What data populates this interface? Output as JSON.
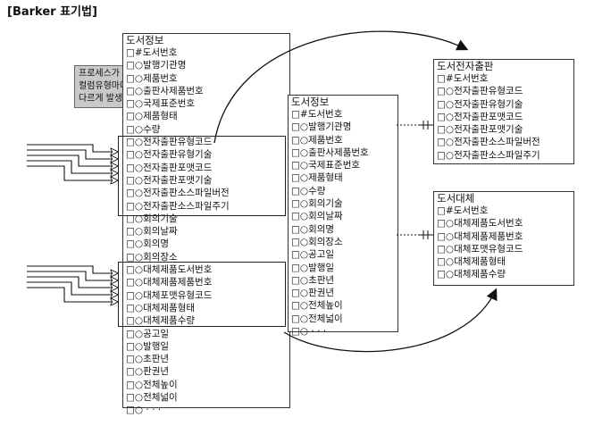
{
  "title": "[Barker 표기법]",
  "note": {
    "lines": [
      "프로세스가",
      "컬럼유형마다",
      "다르게 발생"
    ]
  },
  "left_entity": {
    "name": "도서정보",
    "attributes": [
      "□#도서번호",
      "□○발행기관명",
      "□○제품번호",
      "□○출판사제품번호",
      "□○국제표준번호",
      "□○제품형태",
      "□○수량",
      "□○전자출판유형코드",
      "□○전자출판유형기술",
      "□○전자출판포맷코드",
      "□○전자출판포맷기술",
      "□○전자출판소스파일버전",
      "□○전자출판소스파일주기",
      "□○회의기술",
      "□○회의날짜",
      "□○회의명",
      "□○회의장소",
      "□○대체제품도서번호",
      "□○대체제품제품번호",
      "□○대체포맷유형코드",
      "□○대체제품형태",
      "□○대체제품수량",
      "□○공고일",
      "□○발행일",
      "□○초판년",
      "□○판권년",
      "□○전체높이",
      "□○전체넓이",
      "□○ · · ·"
    ]
  },
  "middle_entity": {
    "name": "도서정보",
    "attributes": [
      "□#도서번호",
      "□○발행기관명",
      "□○제품번호",
      "□○출판사제품번호",
      "□○국제표준번호",
      "□○제품형태",
      "□○수량",
      "□○회의기술",
      "□○회의날짜",
      "□○회의명",
      "□○회의장소",
      "□○공고일",
      "□○발행일",
      "□○초판년",
      "□○판권년",
      "□○전체높이",
      "□○전체넓이",
      "□○ · · ·"
    ]
  },
  "ebook_entity": {
    "name": "도서전자출판",
    "attributes": [
      "□#도서번호",
      "□○전자출판유형코드",
      "□○전자출판유형기술",
      "□○전자출판포맷코드",
      "□○전자출판포맷기술",
      "□○전자출판소스파일버전",
      "□○전자출판소스파일주기"
    ]
  },
  "substitute_entity": {
    "name": "도서대체",
    "attributes": [
      "□#도서번호",
      "□○대체제품도서번호",
      "□○대체제품제품번호",
      "□○대체포맷유형코드",
      "□○대체제품형태",
      "□○대체제품수량"
    ]
  }
}
